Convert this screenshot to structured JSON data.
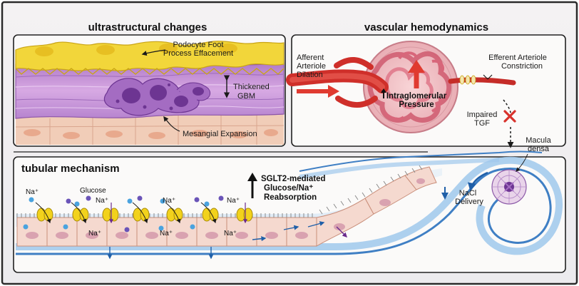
{
  "panels": {
    "ultrastructural": {
      "title": "ultrastructural changes",
      "labels": {
        "podocyte_line1": "Podocyte Foot",
        "podocyte_line2": "Process Effacement",
        "gbm_line1": "Thickened",
        "gbm_line2": "GBM",
        "mesangial": "Mesangial Expansion"
      }
    },
    "vascular": {
      "title": "vascular hemodynamics",
      "labels": {
        "afferent_line1": "Afferent",
        "afferent_line2": "Arteriole",
        "afferent_line3": "Dilation",
        "efferent_line1": "Efferent Arteriole",
        "efferent_line2": "Constriction",
        "igp_line1": "Intraglomerular",
        "igp_line2": "Pressure",
        "tgf_line1": "Impaired",
        "tgf_line2": "TGF"
      }
    },
    "tubular": {
      "title": "tubular mechanism",
      "labels": {
        "sglt2_line1": "SGLT2-mediated",
        "sglt2_line2": "Glucose/Na⁺",
        "sglt2_line3": "Reabsorption",
        "glucose": "Glucose",
        "na": "Na⁺",
        "macula_line1": "Macula",
        "macula_line2": "densa",
        "nacl_line1": "NaCl",
        "nacl_line2": "Delivery"
      }
    }
  },
  "colors": {
    "podocyte": "#f2d63a",
    "gbm": "#c58ad8",
    "mesangial": "#7a3fa6",
    "vessel": "#d8322c",
    "tubule": "#9fc8ec",
    "tubule_outline": "#3f7fc4",
    "cell": "#f5d9cf",
    "transporter": "#f2d21c",
    "glucose_dot": "#6a54b8",
    "na_dot": "#4aa3df"
  }
}
